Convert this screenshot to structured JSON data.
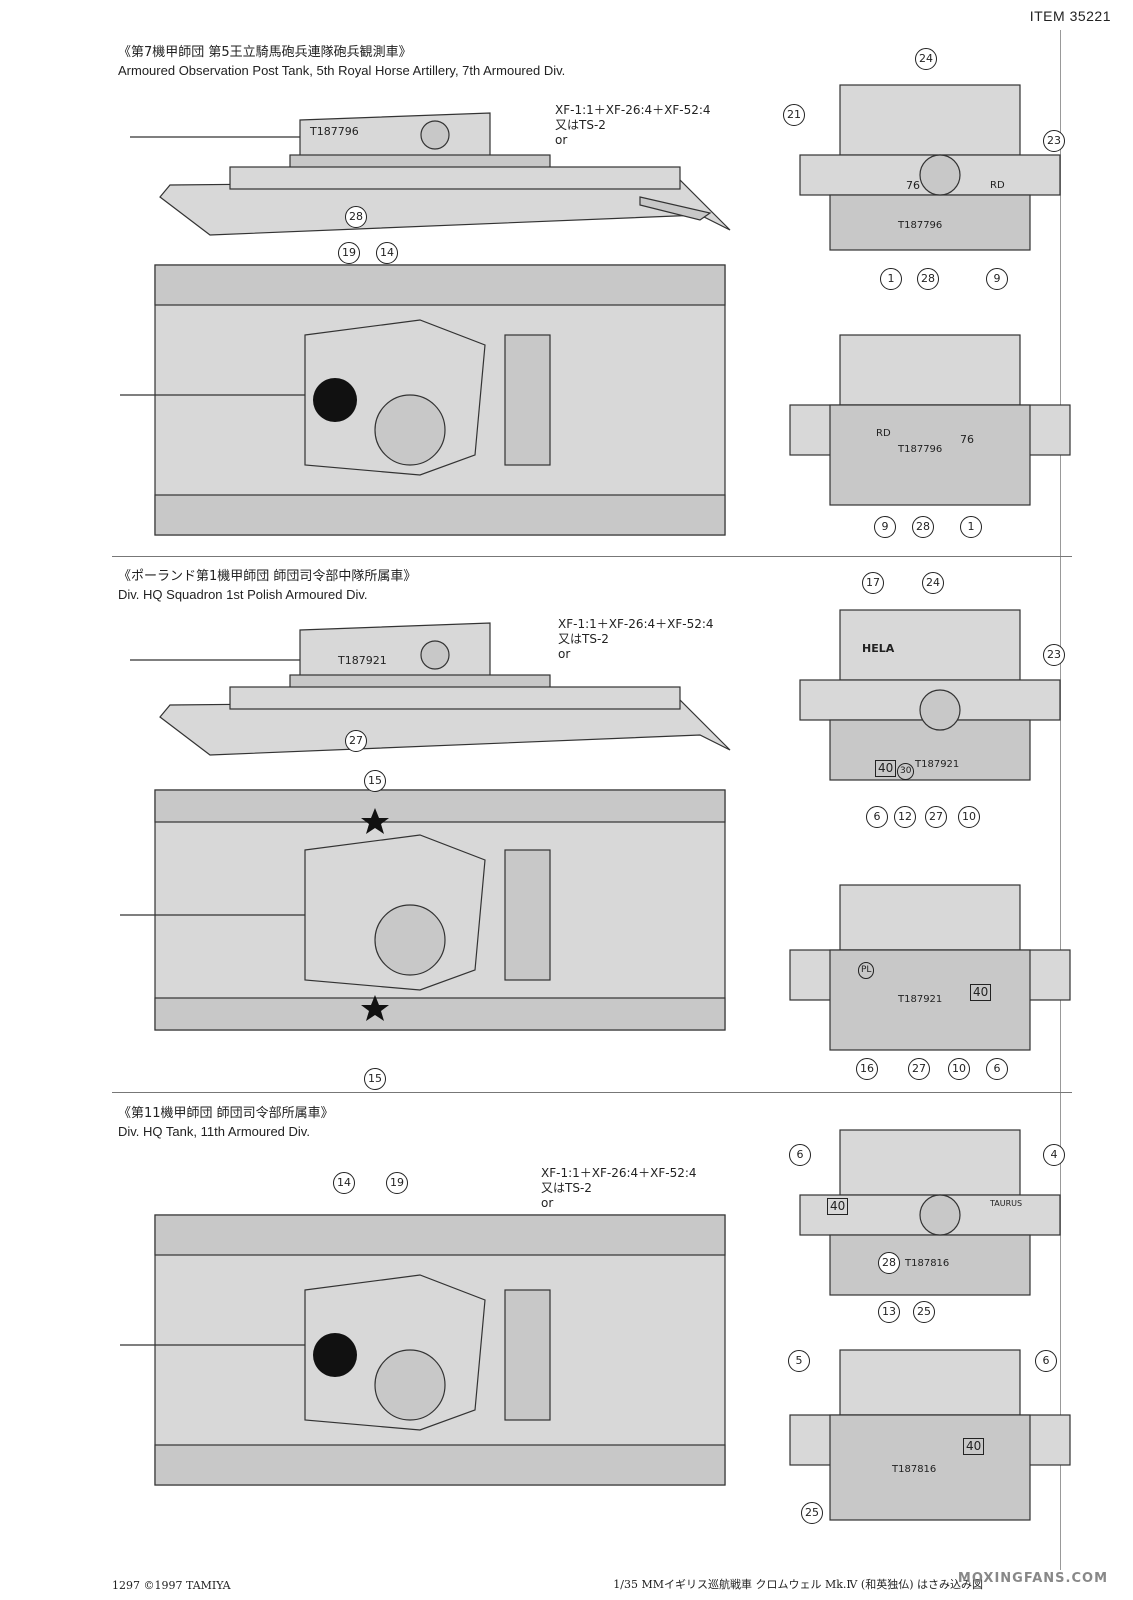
{
  "header": {
    "item": "ITEM 35221"
  },
  "sections": [
    {
      "title_jp": "《第7機甲師団 第5王立騎馬砲兵連隊砲兵観測車》",
      "title_en": "Armoured Observation Post Tank, 5th Royal Horse Artillery, 7th Armoured Div.",
      "paint": {
        "line1": "XF-1:1＋XF-26:4＋XF-52:4",
        "line2": "又はTS-2",
        "line3": "or"
      },
      "hull_number": "T187796",
      "callouts": [
        "24",
        "21",
        "23",
        "28",
        "19",
        "14",
        "1",
        "28",
        "9",
        "9",
        "28",
        "1"
      ],
      "markings": [
        "76",
        "RD",
        "RD",
        "76"
      ]
    },
    {
      "title_jp": "《ポーランド第1機甲師団 師団司令部中隊所属車》",
      "title_en": "Div. HQ Squadron 1st Polish Armoured Div.",
      "paint": {
        "line1": "XF-1:1＋XF-26:4＋XF-52:4",
        "line2": "又はTS-2",
        "line3": "or"
      },
      "hull_number": "T187921",
      "turret_name": "HELA",
      "callouts": [
        "17",
        "24",
        "23",
        "27",
        "15",
        "15",
        "6",
        "12",
        "27",
        "10",
        "16",
        "27",
        "10",
        "6"
      ],
      "markings": [
        "40",
        "30",
        "PL",
        "40"
      ]
    },
    {
      "title_jp": "《第11機甲師団 師団司令部所属車》",
      "title_en": "Div. HQ Tank, 11th Armoured Div.",
      "paint": {
        "line1": "XF-1:1＋XF-26:4＋XF-52:4",
        "line2": "又はTS-2",
        "line3": "or"
      },
      "hull_number": "T187816",
      "callouts": [
        "14",
        "19",
        "6",
        "4",
        "28",
        "13",
        "25",
        "5",
        "6",
        "25"
      ],
      "markings": [
        "40",
        "TAURUS",
        "40"
      ]
    }
  ],
  "footer": {
    "left": "1297 ©1997 TAMIYA",
    "right": "1/35 MMイギリス巡航戦車 クロムウェル Mk.Ⅳ (和英独仏) はさみ込み図",
    "watermark": "MOXINGFANS.COM"
  }
}
